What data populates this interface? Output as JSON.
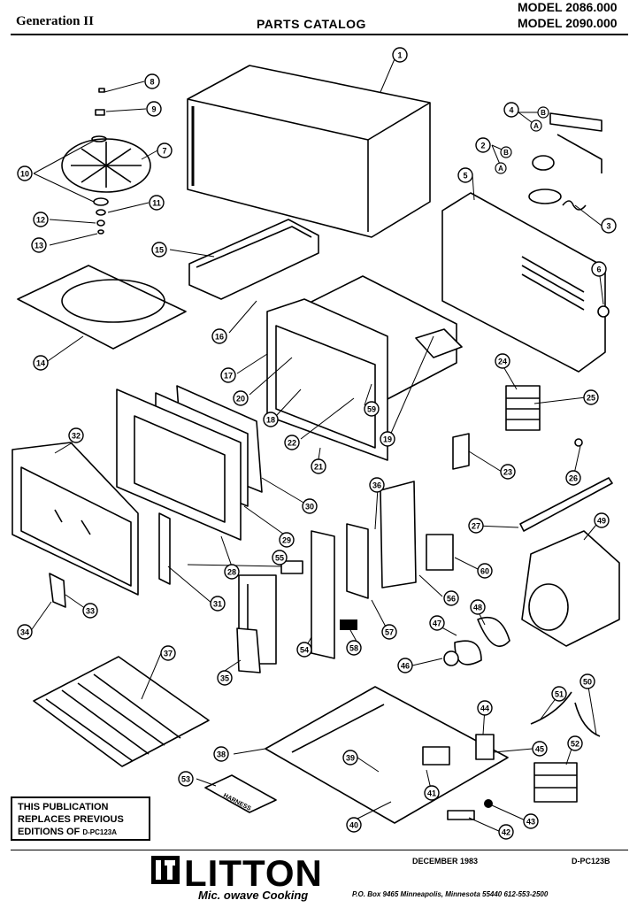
{
  "header": {
    "generation": "Generation II",
    "catalog_title": "PARTS CATALOG",
    "model_1": "MODEL 2086.000",
    "model_2": "MODEL 2090.000"
  },
  "callouts": [
    "1",
    "2",
    "3",
    "4",
    "5",
    "6",
    "7",
    "8",
    "9",
    "10",
    "11",
    "12",
    "13",
    "14",
    "15",
    "16",
    "17",
    "18",
    "19",
    "20",
    "21",
    "22",
    "23",
    "24",
    "25",
    "26",
    "27",
    "28",
    "29",
    "30",
    "31",
    "32",
    "33",
    "34",
    "35",
    "36",
    "37",
    "38",
    "39",
    "40",
    "41",
    "42",
    "43",
    "44",
    "45",
    "46",
    "47",
    "48",
    "49",
    "50",
    "51",
    "52",
    "53",
    "54",
    "55",
    "56",
    "57",
    "58",
    "59",
    "60"
  ],
  "sub_labels": [
    "A",
    "B"
  ],
  "harness_label": "HARNESS",
  "notice": {
    "line1": "THIS PUBLICATION",
    "line2": "REPLACES PREVIOUS",
    "line3": "EDITIONS OF",
    "doc": "D-PC123A"
  },
  "footer": {
    "date": "DECEMBER 1983",
    "doc_number": "D-PC123B",
    "brand": "LITTON",
    "tagline": "Mic. owave Cooking",
    "address": "P.O. Box 9465 Minneapolis, Minnesota 55440   612-553-2500"
  }
}
